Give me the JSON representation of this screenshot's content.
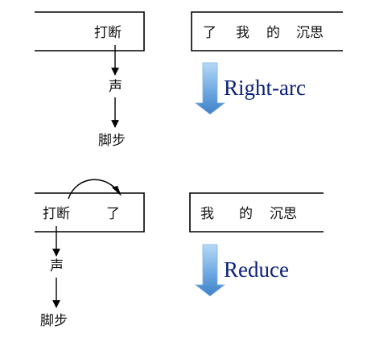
{
  "panels": [
    {
      "stack": {
        "words": [
          "打断"
        ]
      },
      "buffer": {
        "words": [
          "了",
          "我",
          "的",
          "沉思"
        ]
      },
      "tree": {
        "head": "打断",
        "children": [
          "声"
        ],
        "grandchildren": [
          "脚步"
        ]
      },
      "operation": {
        "label": "Right-arc"
      }
    },
    {
      "stack": {
        "words": [
          "打断",
          "了"
        ]
      },
      "buffer": {
        "words": [
          "我",
          "的",
          "沉思"
        ]
      },
      "tree": {
        "head": "打断",
        "children": [
          "声"
        ],
        "grandchildren": [
          "脚步"
        ]
      },
      "operation": {
        "label": "Reduce"
      }
    }
  ],
  "colors": {
    "line": "#000000",
    "arrow_fill_top": "#a9d2f3",
    "arrow_fill_bottom": "#4f8fd0",
    "operation_text": "#0a1f7a"
  }
}
